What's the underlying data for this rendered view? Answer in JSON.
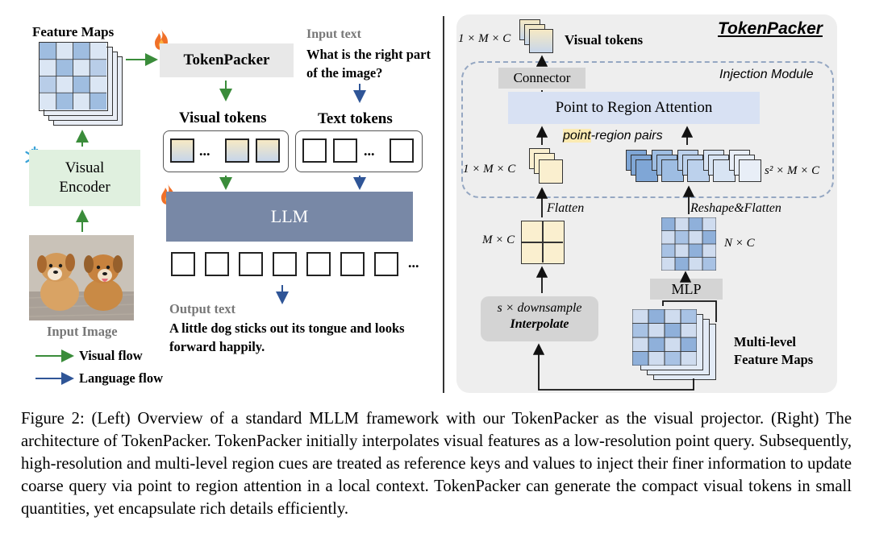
{
  "left": {
    "feature_maps_label": "Feature Maps",
    "tokenpacker_label": "TokenPacker",
    "input_text_label": "Input text",
    "input_text_question": "What is the right part of the image?",
    "visual_tokens_label": "Visual tokens",
    "text_tokens_label": "Text tokens",
    "visual_encoder_label": "Visual Encoder",
    "llm_label": "LLM",
    "ellipsis": "...",
    "input_image_label": "Input Image",
    "output_text_label": "Output text",
    "output_text_answer": "A little dog sticks out its tongue and looks forward happily.",
    "legend": [
      {
        "label": "Visual flow",
        "color": "#3a8c3a"
      },
      {
        "label": "Language flow",
        "color": "#2f5597"
      }
    ],
    "icons": {
      "trainable": "flame-icon",
      "frozen": "snowflake-icon"
    }
  },
  "right": {
    "title": "TokenPacker",
    "injection_module_label": "Injection Module",
    "connector_label": "Connector",
    "attention_label": "Point to Region Attention",
    "pairs_label_point": "point",
    "pairs_label_rest": "-region pairs",
    "visual_tokens_label": "Visual tokens",
    "dim_top": "1 × M × C",
    "dim_query": "1 × M × C",
    "dim_region": "s² × M × C",
    "dim_mc": "M × C",
    "dim_nc": "N × C",
    "flatten_label": "Flatten",
    "reshape_flatten_label": "Reshape&Flatten",
    "mlp_label": "MLP",
    "downsample_label": "s × downsample",
    "interpolate_label": "Interpolate",
    "multilevel_label": "Multi-level Feature Maps"
  },
  "caption": "Figure 2: (Left) Overview of a standard MLLM framework with our TokenPacker as the visual projector. (Right) The architecture of TokenPacker. TokenPacker initially interpolates visual features as a low-resolution point query. Subsequently, high-resolution and multi-level region cues are treated as reference keys and values to inject their finer information to update coarse query via point to region attention in a local context. TokenPacker can generate the compact visual tokens in small quantities, yet encapsulate rich details efficiently."
}
